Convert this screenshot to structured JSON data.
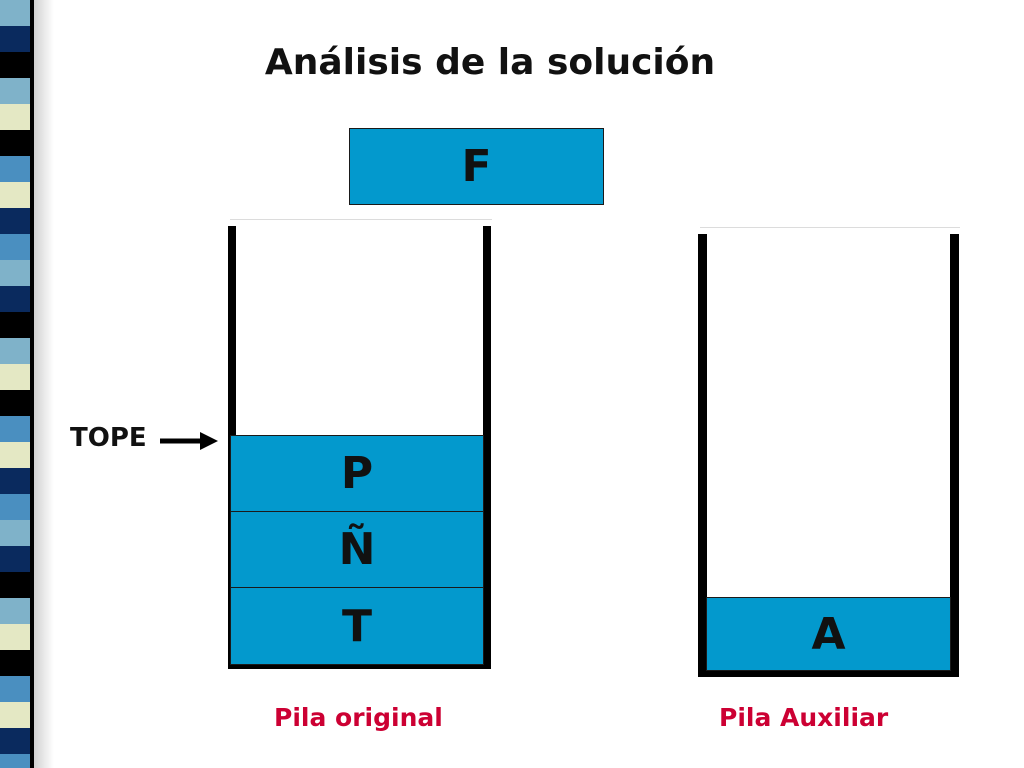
{
  "title": "Análisis de la solución",
  "floating_element": {
    "letter": "F"
  },
  "pointer": {
    "label": "TOPE"
  },
  "stacks": {
    "original": {
      "label": "Pila original",
      "items": [
        "P",
        "Ñ",
        "T"
      ]
    },
    "auxiliar": {
      "label": "Pila Auxiliar",
      "items": [
        "A"
      ]
    }
  },
  "colors": {
    "cell_fill": "#0399cd",
    "label_red": "#cc0033",
    "stripe": [
      "#7fb2c9",
      "#1c3d8a",
      "#e4e8c4",
      "#3574d8",
      "#0a2a5e",
      "#9ccbe6",
      "#000000",
      "#d9e3b8",
      "#4a8fc0",
      "#13316e"
    ]
  }
}
